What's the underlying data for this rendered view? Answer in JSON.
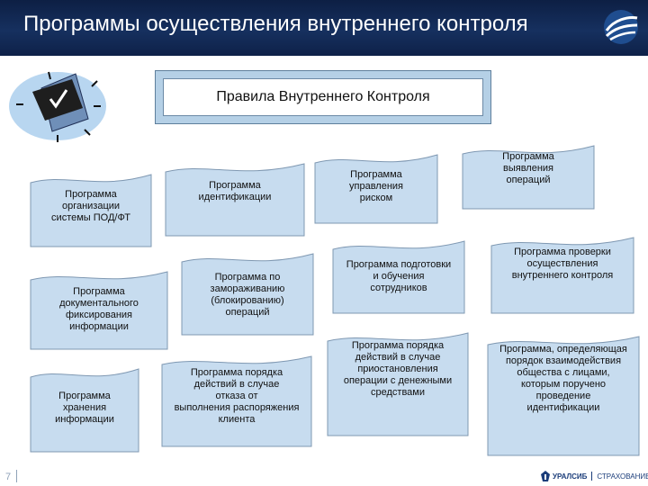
{
  "slide": {
    "title": "Программы осуществления внутреннего контроля",
    "rules_box": "Правила Внутреннего Контроля",
    "page_number": "7",
    "brand": {
      "name": "УРАЛСИБ",
      "division": "СТРАХОВАНИЕ"
    },
    "colors": {
      "header_bg": "#16305f",
      "document_fill": "#c7dcef",
      "document_border": "#7f98b2"
    },
    "programs": [
      "Программа\nорганизации\nсистемы ПОД/ФТ",
      "Программа\nдокументального\nфиксирования\nинформации",
      "Программа\nхранения\nинформации",
      "Программа\nидентификации",
      "Программа по\nзамораживанию\n(блокированию)\nопераций",
      "Программа порядка\nдействий в случае\nотказа от\nвыполнения распоряжения\nклиента",
      "Программа\nуправления\nриском",
      "Программа подготовки\nи обучения\nсотрудников",
      "Программа порядка\nдействий в случае\nприостановления\nоперации с денежными\nсредствами",
      "Программа\nвыявления\nопераций",
      "Программа проверки\nосуществления\nвнутреннего контроля",
      "Программа, определяющая\nпорядок взаимодействия\nобщества с лицами,\nкоторым поручено\nпроведение\nидентификации"
    ]
  }
}
